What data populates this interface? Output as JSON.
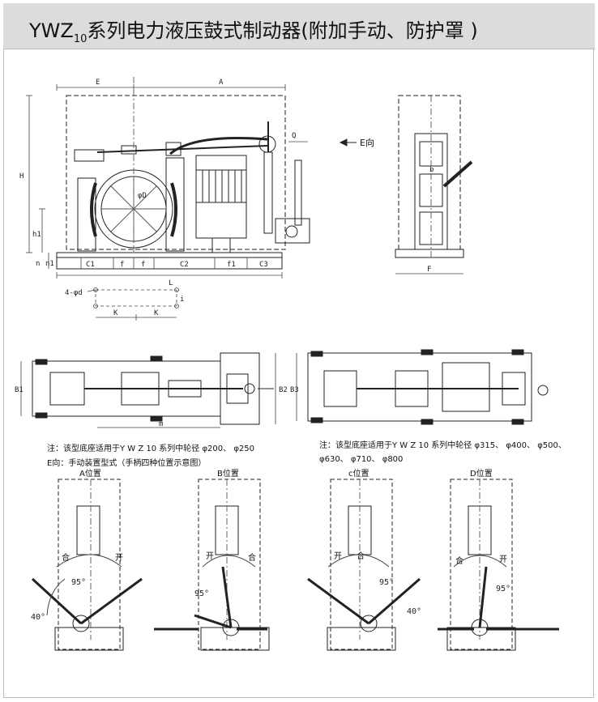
{
  "title": {
    "main": "YWZ",
    "sub": "10",
    "rest": "系列电力液压鼓式制动器(附加手动、防护罩 )"
  },
  "front_view": {
    "dims": {
      "E": "E",
      "A": "A",
      "H": "H",
      "h1": "h1",
      "n": "n",
      "n1": "n1",
      "phiD": "φD",
      "Q": "Q",
      "C1": "C1",
      "f_left": "f",
      "f_right": "f",
      "C2": "C2",
      "f1": "f1",
      "C3": "C3",
      "L": "L",
      "hole": "4-φd",
      "K1": "K",
      "K2": "K",
      "i": "i"
    },
    "direction_label": "E向"
  },
  "side_view": {
    "dims": {
      "F": "F",
      "b": "b"
    }
  },
  "plan_small": {
    "dims": {
      "B1": "B1",
      "B2": "B2",
      "m": "m"
    }
  },
  "plan_large": {
    "dims": {
      "B3": "B3"
    }
  },
  "notes": {
    "left": "注：该型底座适用于Y W  Z 10  系列中轮径 φ200、 φ250",
    "right_line1": "注：该型底座适用于Y W  Z 10  系列中轮径 φ315、 φ400、 φ500、",
    "right_line2": "φ630、 φ710、 φ800",
    "e_view": "E向：手动装置型式（手柄四种位置示意图）"
  },
  "positions": [
    {
      "label": "A位置",
      "close": "合",
      "open": "开",
      "angle1": "95°",
      "angle2": "40°"
    },
    {
      "label": "B位置",
      "close": "合",
      "open": "开",
      "angle1": "95°"
    },
    {
      "label": "c位置",
      "close": "合",
      "open": "开",
      "angle1": "95°",
      "angle2": "40°"
    },
    {
      "label": "D位置",
      "close": "合",
      "open": "开",
      "angle1": "95°"
    }
  ],
  "colors": {
    "title_bg": "#dcdcdc",
    "line": "#222222",
    "dim_line": "#444444"
  }
}
